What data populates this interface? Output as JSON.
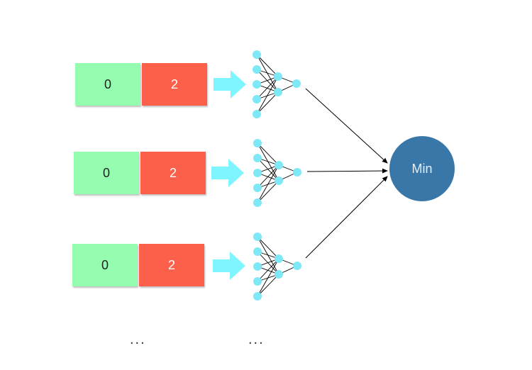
{
  "rows": [
    {
      "left_value": "0",
      "right_value": "2"
    },
    {
      "left_value": "0",
      "right_value": "2"
    },
    {
      "left_value": "0",
      "right_value": "2"
    }
  ],
  "min_node": {
    "label": "Min"
  },
  "ellipsis": {
    "left": "...",
    "right": "..."
  },
  "colors": {
    "green_cell": "#94fdb0",
    "red_cell": "#fc5f4a",
    "arrow": "#7ff6ff",
    "neuron": "#7fe8f7",
    "min_node": "#3a77a9"
  }
}
